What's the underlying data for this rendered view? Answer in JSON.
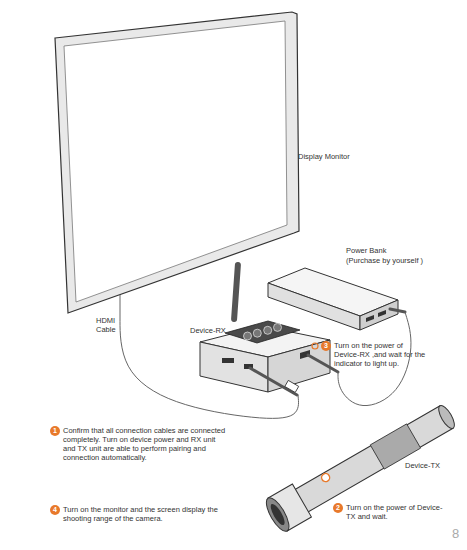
{
  "diagram": {
    "nodes": [
      {
        "text": [
          "Display Monitor"
        ]
      },
      {
        "text": [
          "Power Bank",
          "(Purchase by yourself )"
        ]
      },
      {
        "text": [
          "Device-RX"
        ]
      },
      {
        "text": [
          "3",
          "Turn on the power of Device-RX ,and wait for the indicator to light up."
        ]
      },
      {
        "text": [
          "1",
          "Confirm that all connection cables are connected completely. Turn on device power and RX unit and TX unit are able to perform pairing and connection automatically."
        ]
      },
      {
        "text": [
          "Device-TX"
        ]
      },
      {
        "text": [
          "4",
          "Turn on the monitor and the screen display the shooting range of the camera."
        ]
      },
      {
        "text": [
          "2",
          "Turn on the power of Device-TX and wait."
        ]
      }
    ],
    "edges": [
      {
        "from": 0,
        "to": 2,
        "arrow": "none",
        "label": "HDMI Cable"
      },
      {
        "from": 1,
        "to": 2,
        "arrow": "none"
      }
    ],
    "labels": [
      "8"
    ]
  }
}
